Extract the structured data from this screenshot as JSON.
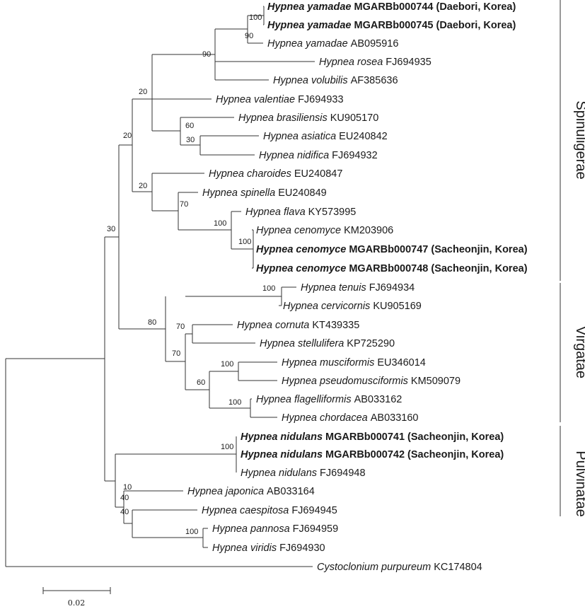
{
  "tips": [
    {
      "genus": "Hypnea",
      "species": "yamadae",
      "accession": "MGARBb000744",
      "location": "(Daebori, Korea)",
      "highlight": true
    },
    {
      "genus": "Hypnea",
      "species": "yamadae",
      "accession": "MGARBb000745",
      "location": "(Daebori, Korea)",
      "highlight": true
    },
    {
      "genus": "Hypnea",
      "species": "yamadae",
      "accession": "AB095916",
      "location": "",
      "highlight": false
    },
    {
      "genus": "Hypnea",
      "species": "rosea",
      "accession": "FJ694935",
      "location": "",
      "highlight": false
    },
    {
      "genus": "Hypnea",
      "species": "volubilis",
      "accession": "AF385636",
      "location": "",
      "highlight": false
    },
    {
      "genus": "Hypnea",
      "species": "valentiae",
      "accession": "FJ694933",
      "location": "",
      "highlight": false
    },
    {
      "genus": "Hypnea",
      "species": "brasiliensis",
      "accession": "KU905170",
      "location": "",
      "highlight": false
    },
    {
      "genus": "Hypnea",
      "species": "asiatica",
      "accession": "EU240842",
      "location": "",
      "highlight": false
    },
    {
      "genus": "Hypnea",
      "species": "nidifica",
      "accession": "FJ694932",
      "location": "",
      "highlight": false
    },
    {
      "genus": "Hypnea",
      "species": "charoides",
      "accession": "EU240847",
      "location": "",
      "highlight": false
    },
    {
      "genus": "Hypnea",
      "species": "spinella",
      "accession": "EU240849",
      "location": "",
      "highlight": false
    },
    {
      "genus": "Hypnea",
      "species": "flava",
      "accession": "KY573995",
      "location": "",
      "highlight": false
    },
    {
      "genus": "Hypnea",
      "species": "cenomyce",
      "accession": "KM203906",
      "location": "",
      "highlight": false
    },
    {
      "genus": "Hypnea",
      "species": "cenomyce",
      "accession": "MGARBb000747",
      "location": "(Sacheonjin, Korea)",
      "highlight": true
    },
    {
      "genus": "Hypnea",
      "species": "cenomyce",
      "accession": "MGARBb000748",
      "location": "(Sacheonjin, Korea)",
      "highlight": true
    },
    {
      "genus": "Hypnea",
      "species": "tenuis",
      "accession": "FJ694934",
      "location": "",
      "highlight": false
    },
    {
      "genus": "Hypnea",
      "species": "cervicornis",
      "accession": "KU905169",
      "location": "",
      "highlight": false
    },
    {
      "genus": "Hypnea",
      "species": "cornuta",
      "accession": "KT439335",
      "location": "",
      "highlight": false
    },
    {
      "genus": "Hypnea",
      "species": "stellulifera",
      "accession": "KP725290",
      "location": "",
      "highlight": false
    },
    {
      "genus": "Hypnea",
      "species": "musciformis",
      "accession": "EU346014",
      "location": "",
      "highlight": false
    },
    {
      "genus": "Hypnea",
      "species": "pseudomusciformis",
      "accession": "KM509079",
      "location": "",
      "highlight": false
    },
    {
      "genus": "Hypnea",
      "species": "flagelliformis",
      "accession": "AB033162",
      "location": "",
      "highlight": false
    },
    {
      "genus": "Hypnea",
      "species": "chordacea",
      "accession": "AB033160",
      "location": "",
      "highlight": false
    },
    {
      "genus": "Hypnea",
      "species": "nidulans",
      "accession": "MGARBb000741",
      "location": "(Sacheonjin, Korea)",
      "highlight": true
    },
    {
      "genus": "Hypnea",
      "species": "nidulans",
      "accession": "MGARBb000742",
      "location": "(Sacheonjin, Korea)",
      "highlight": true
    },
    {
      "genus": "Hypnea",
      "species": "nidulans",
      "accession": "FJ694948",
      "location": "",
      "highlight": false
    },
    {
      "genus": "Hypnea",
      "species": "japonica",
      "accession": "AB033164",
      "location": "",
      "highlight": false
    },
    {
      "genus": "Hypnea",
      "species": "caespitosa",
      "accession": "FJ694945",
      "location": "",
      "highlight": false
    },
    {
      "genus": "Hypnea",
      "species": "pannosa",
      "accession": "FJ694959",
      "location": "",
      "highlight": false
    },
    {
      "genus": "Hypnea",
      "species": "viridis",
      "accession": "FJ694930",
      "location": "",
      "highlight": false
    },
    {
      "genus": "Cystoclonium",
      "species": "purpureum",
      "accession": "KC174804",
      "location": "",
      "highlight": false
    }
  ],
  "bootstrap_values": [
    "100",
    "90",
    "90",
    "20",
    "60",
    "30",
    "20",
    "20",
    "70",
    "100",
    "100",
    "30",
    "100",
    "80",
    "70",
    "70",
    "100",
    "60",
    "100",
    "100",
    "10",
    "40",
    "40",
    "100"
  ],
  "groups": [
    "Spinuligerae",
    "Virgatae",
    "Pulvinatae"
  ],
  "scale_bar": {
    "label": "0.02"
  },
  "colors": {
    "line": "#333333",
    "text": "#1a1a1a",
    "background": "#ffffff"
  }
}
